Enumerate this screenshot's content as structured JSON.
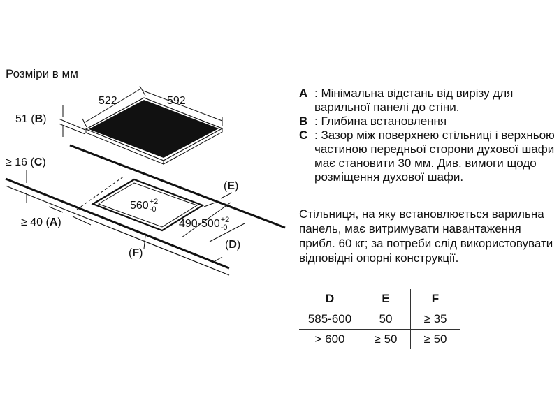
{
  "diagram": {
    "title": "Розміри в мм",
    "dim_width": "522",
    "dim_depth": "592",
    "dim_B": {
      "value": "51 (",
      "key": "B",
      "close": ")"
    },
    "dim_C": {
      "value": "≥ 16 (",
      "key": "C",
      "close": ")"
    },
    "dim_A": {
      "value": "≥ 40 (",
      "key": "A",
      "close": ")"
    },
    "dim_E": {
      "open": "(",
      "key": "E",
      "close": ")"
    },
    "dim_D": {
      "open": "(",
      "key": "D",
      "close": ")"
    },
    "dim_F": {
      "open": "(",
      "key": "F",
      "close": ")"
    },
    "cutout_1": {
      "base": "560",
      "sup": "+2",
      "sub": "-0"
    },
    "cutout_2": {
      "base": "490-500",
      "sup": "+2",
      "sub": "-0"
    }
  },
  "legend": [
    {
      "key": "A",
      "text": ": Мінімальна відстань від вирізу для варильної панелі до стіни."
    },
    {
      "key": "B",
      "text": ": Глибина встановлення"
    },
    {
      "key": "C",
      "text": ": Зазор між поверхнею стільниці і верхньою частиною передньої сторони духової шафи має становити 30 мм. Див. вимоги щодо розміщення духової шафи."
    }
  ],
  "note": "Стільниця, на яку встановлюється варильна панель, має витримувати навантаження прибл. 60 кг; за потреби слід використовувати відповідні опорні конструкції.",
  "table": {
    "headers": [
      "D",
      "E",
      "F"
    ],
    "rows": [
      [
        "585-600",
        "50",
        "≥ 35"
      ],
      [
        "> 600",
        "≥ 50",
        "≥ 50"
      ]
    ]
  }
}
